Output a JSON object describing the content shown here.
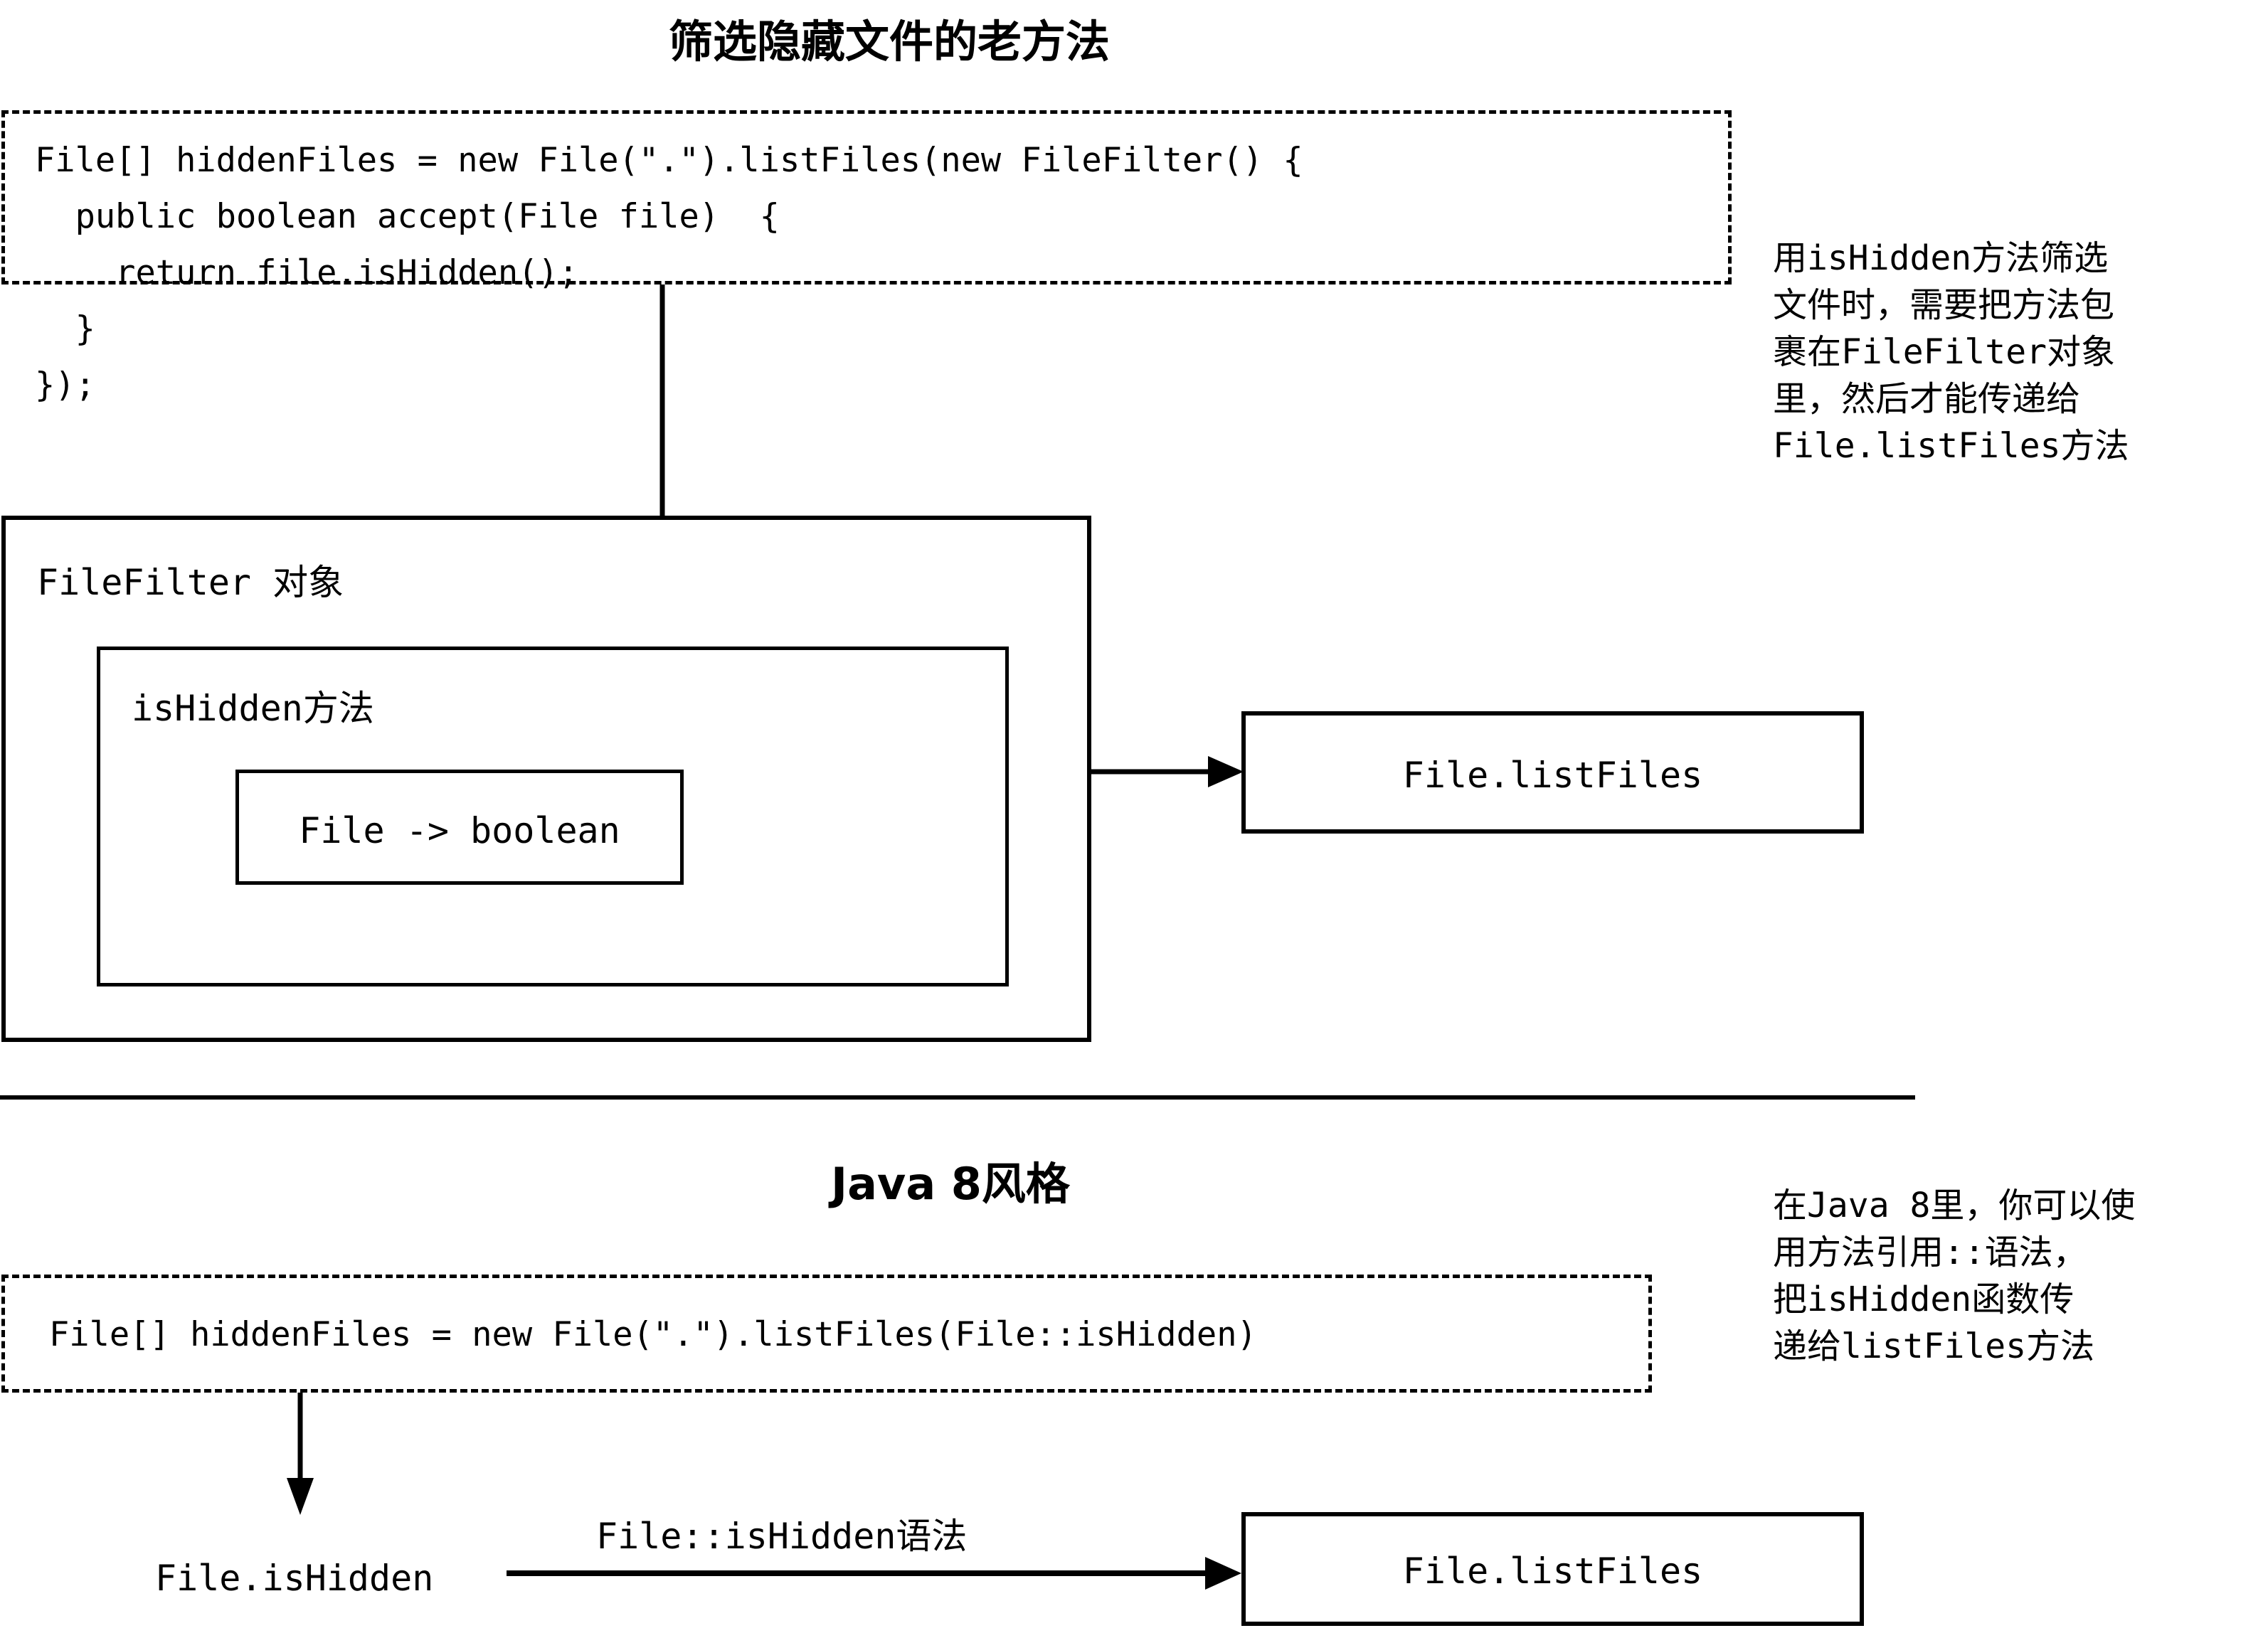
{
  "diagram": {
    "top_section": {
      "title": "筛选隐藏文件的老方法",
      "code": "File[] hiddenFiles = new File(\".\").listFiles(new FileFilter() {\n  public boolean accept(File file)  {\n    return file.isHidden();\n  }\n});",
      "annotation": "用isHidden方法筛选\n文件时，需要把方法包\n裹在FileFilter对象\n里，然后才能传递给\nFile.listFiles方法",
      "outer_box_label": "FileFilter 对象",
      "inner_box_label": "isHidden方法",
      "innermost_box_label": "File -> boolean",
      "target_box_label": "File.listFiles"
    },
    "bottom_section": {
      "title": "Java 8风格",
      "code": "File[] hiddenFiles = new File(\".\").listFiles(File::isHidden)",
      "annotation": "在Java 8里，你可以使\n用方法引用::语法，\n把isHidden函数传\n递给listFiles方法",
      "source_node": "File.isHidden",
      "edge_label": "File::isHidden语法",
      "target_node": "File.listFiles"
    }
  },
  "colors": {
    "ink": "#000000",
    "paper": "#ffffff"
  }
}
